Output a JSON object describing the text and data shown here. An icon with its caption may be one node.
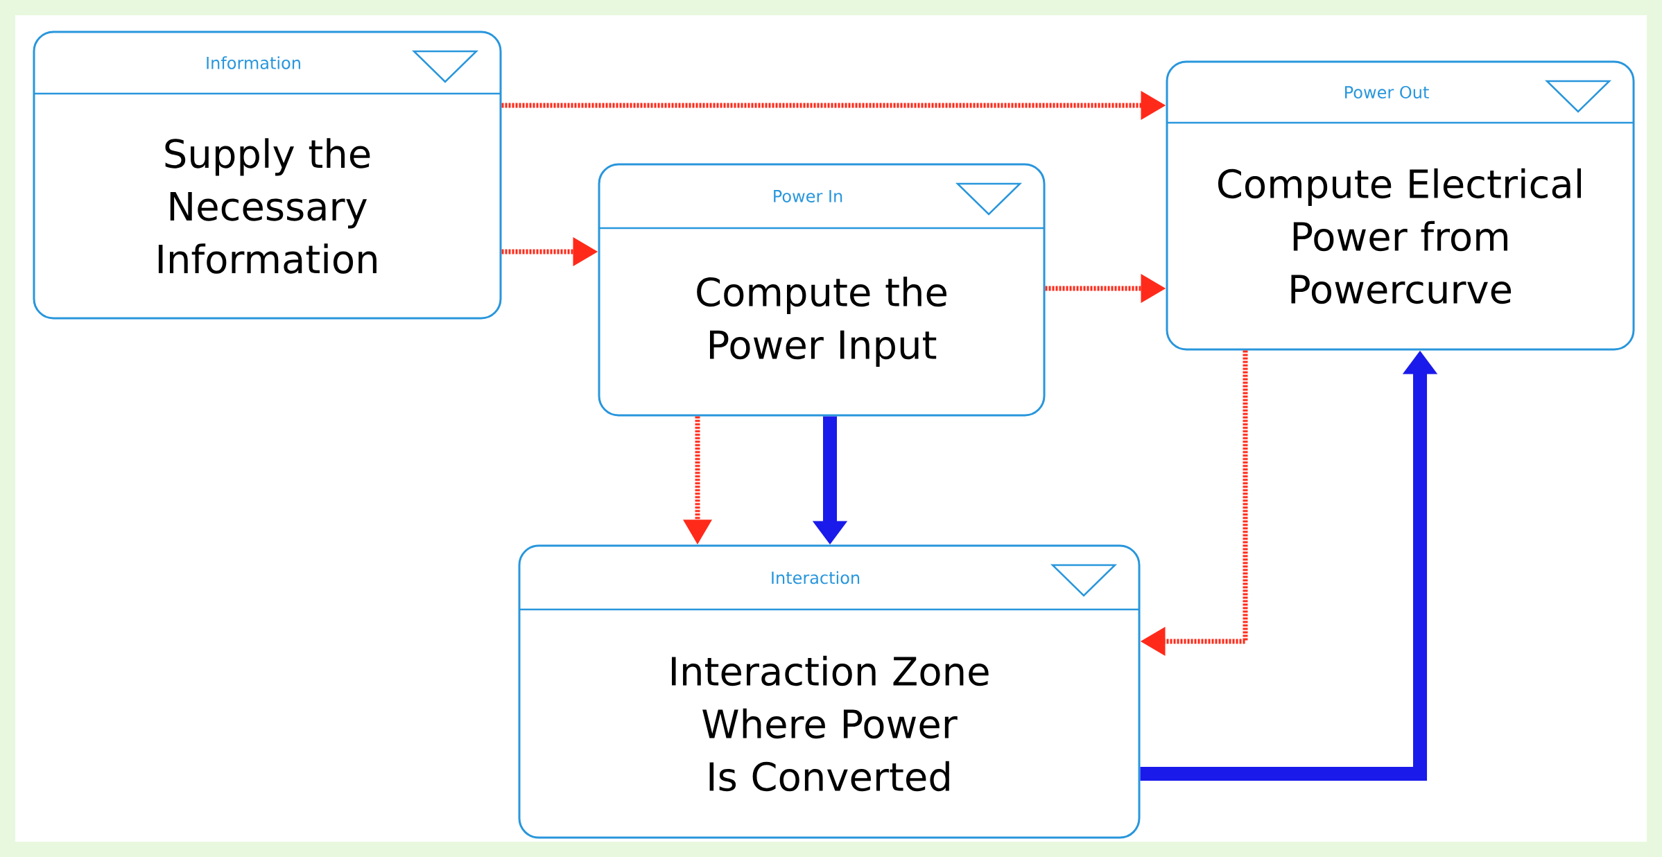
{
  "diagram": {
    "nodes": [
      {
        "text": [
          "Information",
          "Supply the Necessary Information"
        ]
      },
      {
        "text": [
          "Power In",
          "Compute the Power Input"
        ]
      },
      {
        "text": [
          "Power Out",
          "Compute Electrical Power from Powercurve"
        ]
      },
      {
        "text": [
          "Interaction",
          "Interaction Zone Where Power Is Converted"
        ]
      }
    ],
    "edges": [
      {
        "from": 0,
        "to": 2,
        "arrow": "to",
        "style": "dashed"
      },
      {
        "from": 0,
        "to": 1,
        "arrow": "to",
        "style": "dashed"
      },
      {
        "from": 1,
        "to": 2,
        "arrow": "to",
        "style": "dashed"
      },
      {
        "from": 1,
        "to": 3,
        "arrow": "to",
        "style": "dashed"
      },
      {
        "from": 1,
        "to": 3,
        "arrow": "to",
        "style": "thick",
        "color": "#1a1aeb"
      },
      {
        "from": 2,
        "to": 3,
        "arrow": "to",
        "style": "dashed"
      },
      {
        "from": 3,
        "to": 2,
        "arrow": "to",
        "style": "thick",
        "color": "#1a1aeb"
      }
    ]
  }
}
